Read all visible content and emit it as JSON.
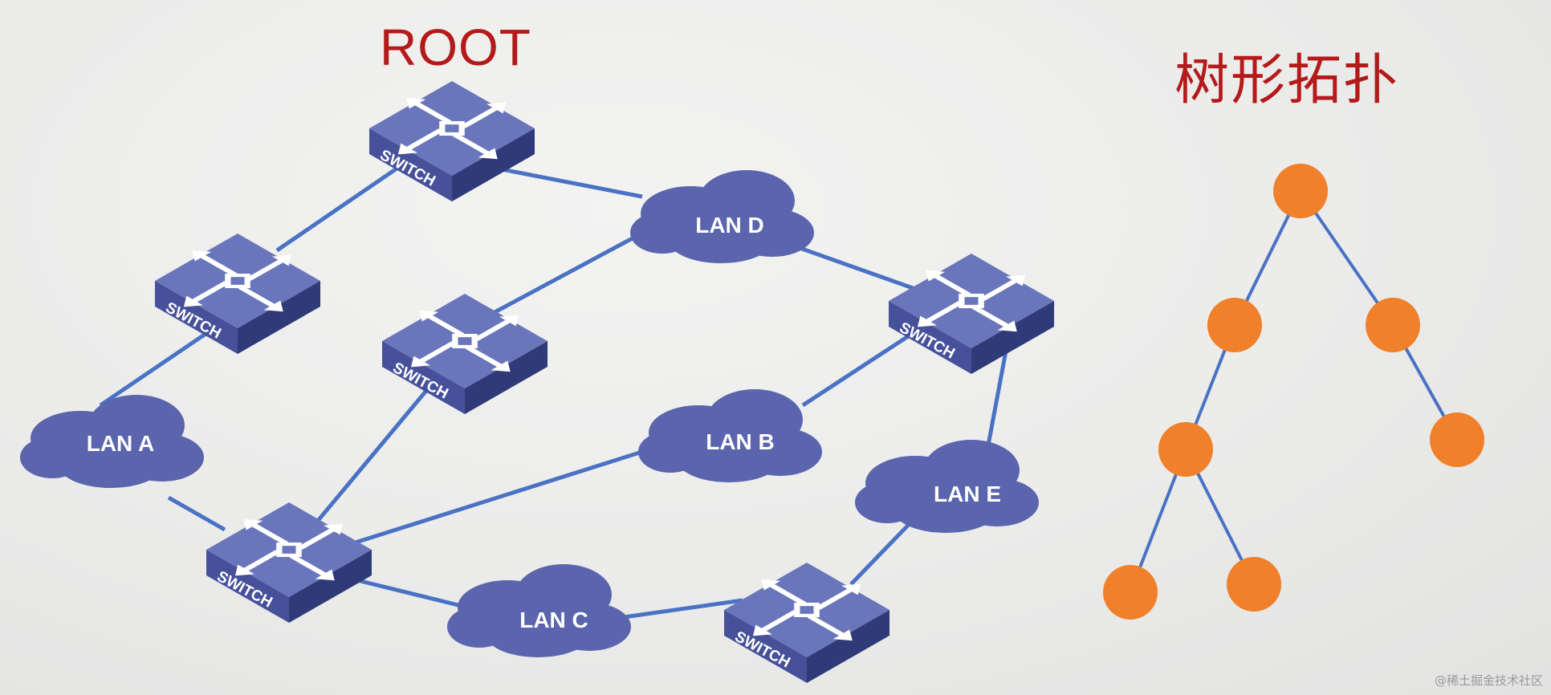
{
  "titles": {
    "root": "ROOT",
    "tree": "树形拓扑"
  },
  "switch_label": "SWITCH",
  "lans": {
    "a": "LAN A",
    "b": "LAN B",
    "c": "LAN C",
    "d": "LAN D",
    "e": "LAN E"
  },
  "watermark": "@稀土掘金技术社区",
  "colors": {
    "title_red": "#b41a1a",
    "link_blue": "#4a72c4",
    "cloud_blue": "#5a65ad",
    "switch_top": "#6a76bb",
    "switch_side": "#3f4a8e",
    "tree_node_orange": "#f0802a"
  }
}
